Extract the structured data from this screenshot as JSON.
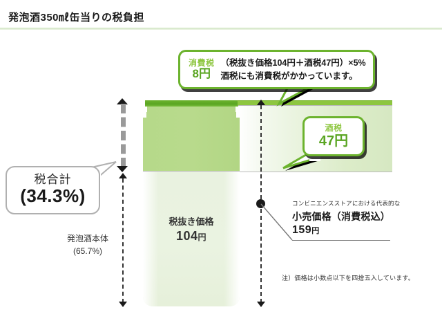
{
  "header": {
    "title": "発泡酒350㎖缶当りの税負担"
  },
  "bubbles": {
    "consumption_tax": {
      "kind_label": "消費税",
      "amount": "8円",
      "line1": "（税抜き価格104円＋酒税47円）×5%",
      "line2": "酒税にも消費税がかかっています。"
    },
    "liquor_tax": {
      "kind_label": "酒税",
      "amount": "47円"
    }
  },
  "callouts": {
    "tax_total": {
      "label": "税合計",
      "percent": "(34.3%)"
    },
    "base_portion": {
      "label": "発泡酒本体",
      "percent": "(65.7%)"
    }
  },
  "bar": {
    "base_price": {
      "label": "税抜き価格",
      "amount": "104",
      "unit": "円"
    }
  },
  "retail": {
    "sub_label": "コンビニエンスストアにおける代表的な",
    "main_label": "小売価格（消費税込）",
    "amount": "159",
    "unit": "円"
  },
  "footnote": {
    "text": "注）価格は小数点以下を四捨五入しています。"
  },
  "colors": {
    "consumption_tax_green": "#5aa522",
    "liquor_tax_green": "#b6d98a",
    "base_price_green": "#e9f2e0",
    "bubble_border": "#6cb32e",
    "accent_text_green": "#8dc63f",
    "rule_gray": "#b9b9b9"
  },
  "icons": {
    "measure_arrow_up": "measure-arrow-up-icon",
    "measure_arrow_down": "measure-arrow-down-icon",
    "anchor_dot": "anchor-dot-icon"
  }
}
